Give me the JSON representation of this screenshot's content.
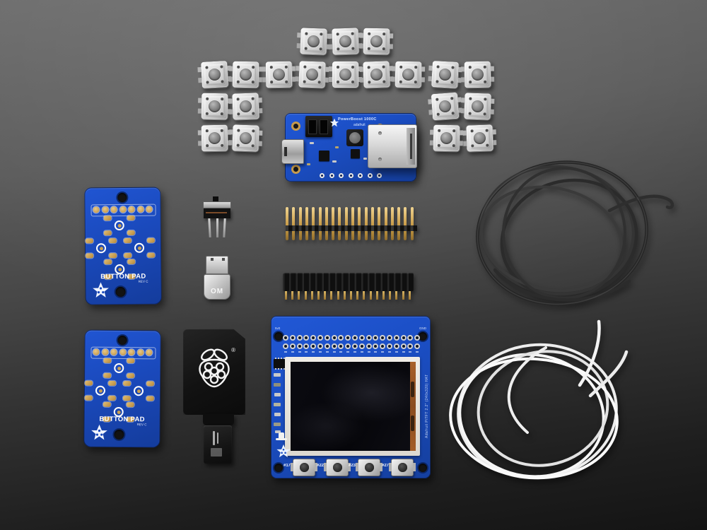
{
  "meta": {
    "type": "product-photo",
    "subject": "Adafruit electronics kit parts arranged flat-lay on a dark gray surface"
  },
  "colors": {
    "background": "#4f4f4f",
    "pcb_blue": "#1b4ec4",
    "gold": "#c59a4c",
    "silver": "#d6d6d6",
    "bezel_white": "#ece9e3",
    "screen_black": "#0a0a10",
    "flex_orange": "#a05a24",
    "wire_black": "#2d2d2d",
    "wire_white": "#f2f2f2"
  },
  "tactile_buttons": {
    "count": 20
  },
  "powerboost": {
    "title": "PowerBoost 1000C",
    "brand": "adafruit"
  },
  "button_pad": {
    "title": "BUTTON PAD",
    "rev": "REV C",
    "count": 2
  },
  "otg_adapter": {
    "marking": "OM"
  },
  "sd_card": {
    "reg_mark": "®"
  },
  "headers": {
    "male_pins": 20,
    "female_pins": 20
  },
  "pitft": {
    "side_text": "Adafruit PiTFT 2.2\" (240x320) HAT",
    "corner_label_left": "5v0",
    "corner_label_right": "GND",
    "button_labels": [
      "#17",
      "#22",
      "#23",
      "#27"
    ]
  }
}
